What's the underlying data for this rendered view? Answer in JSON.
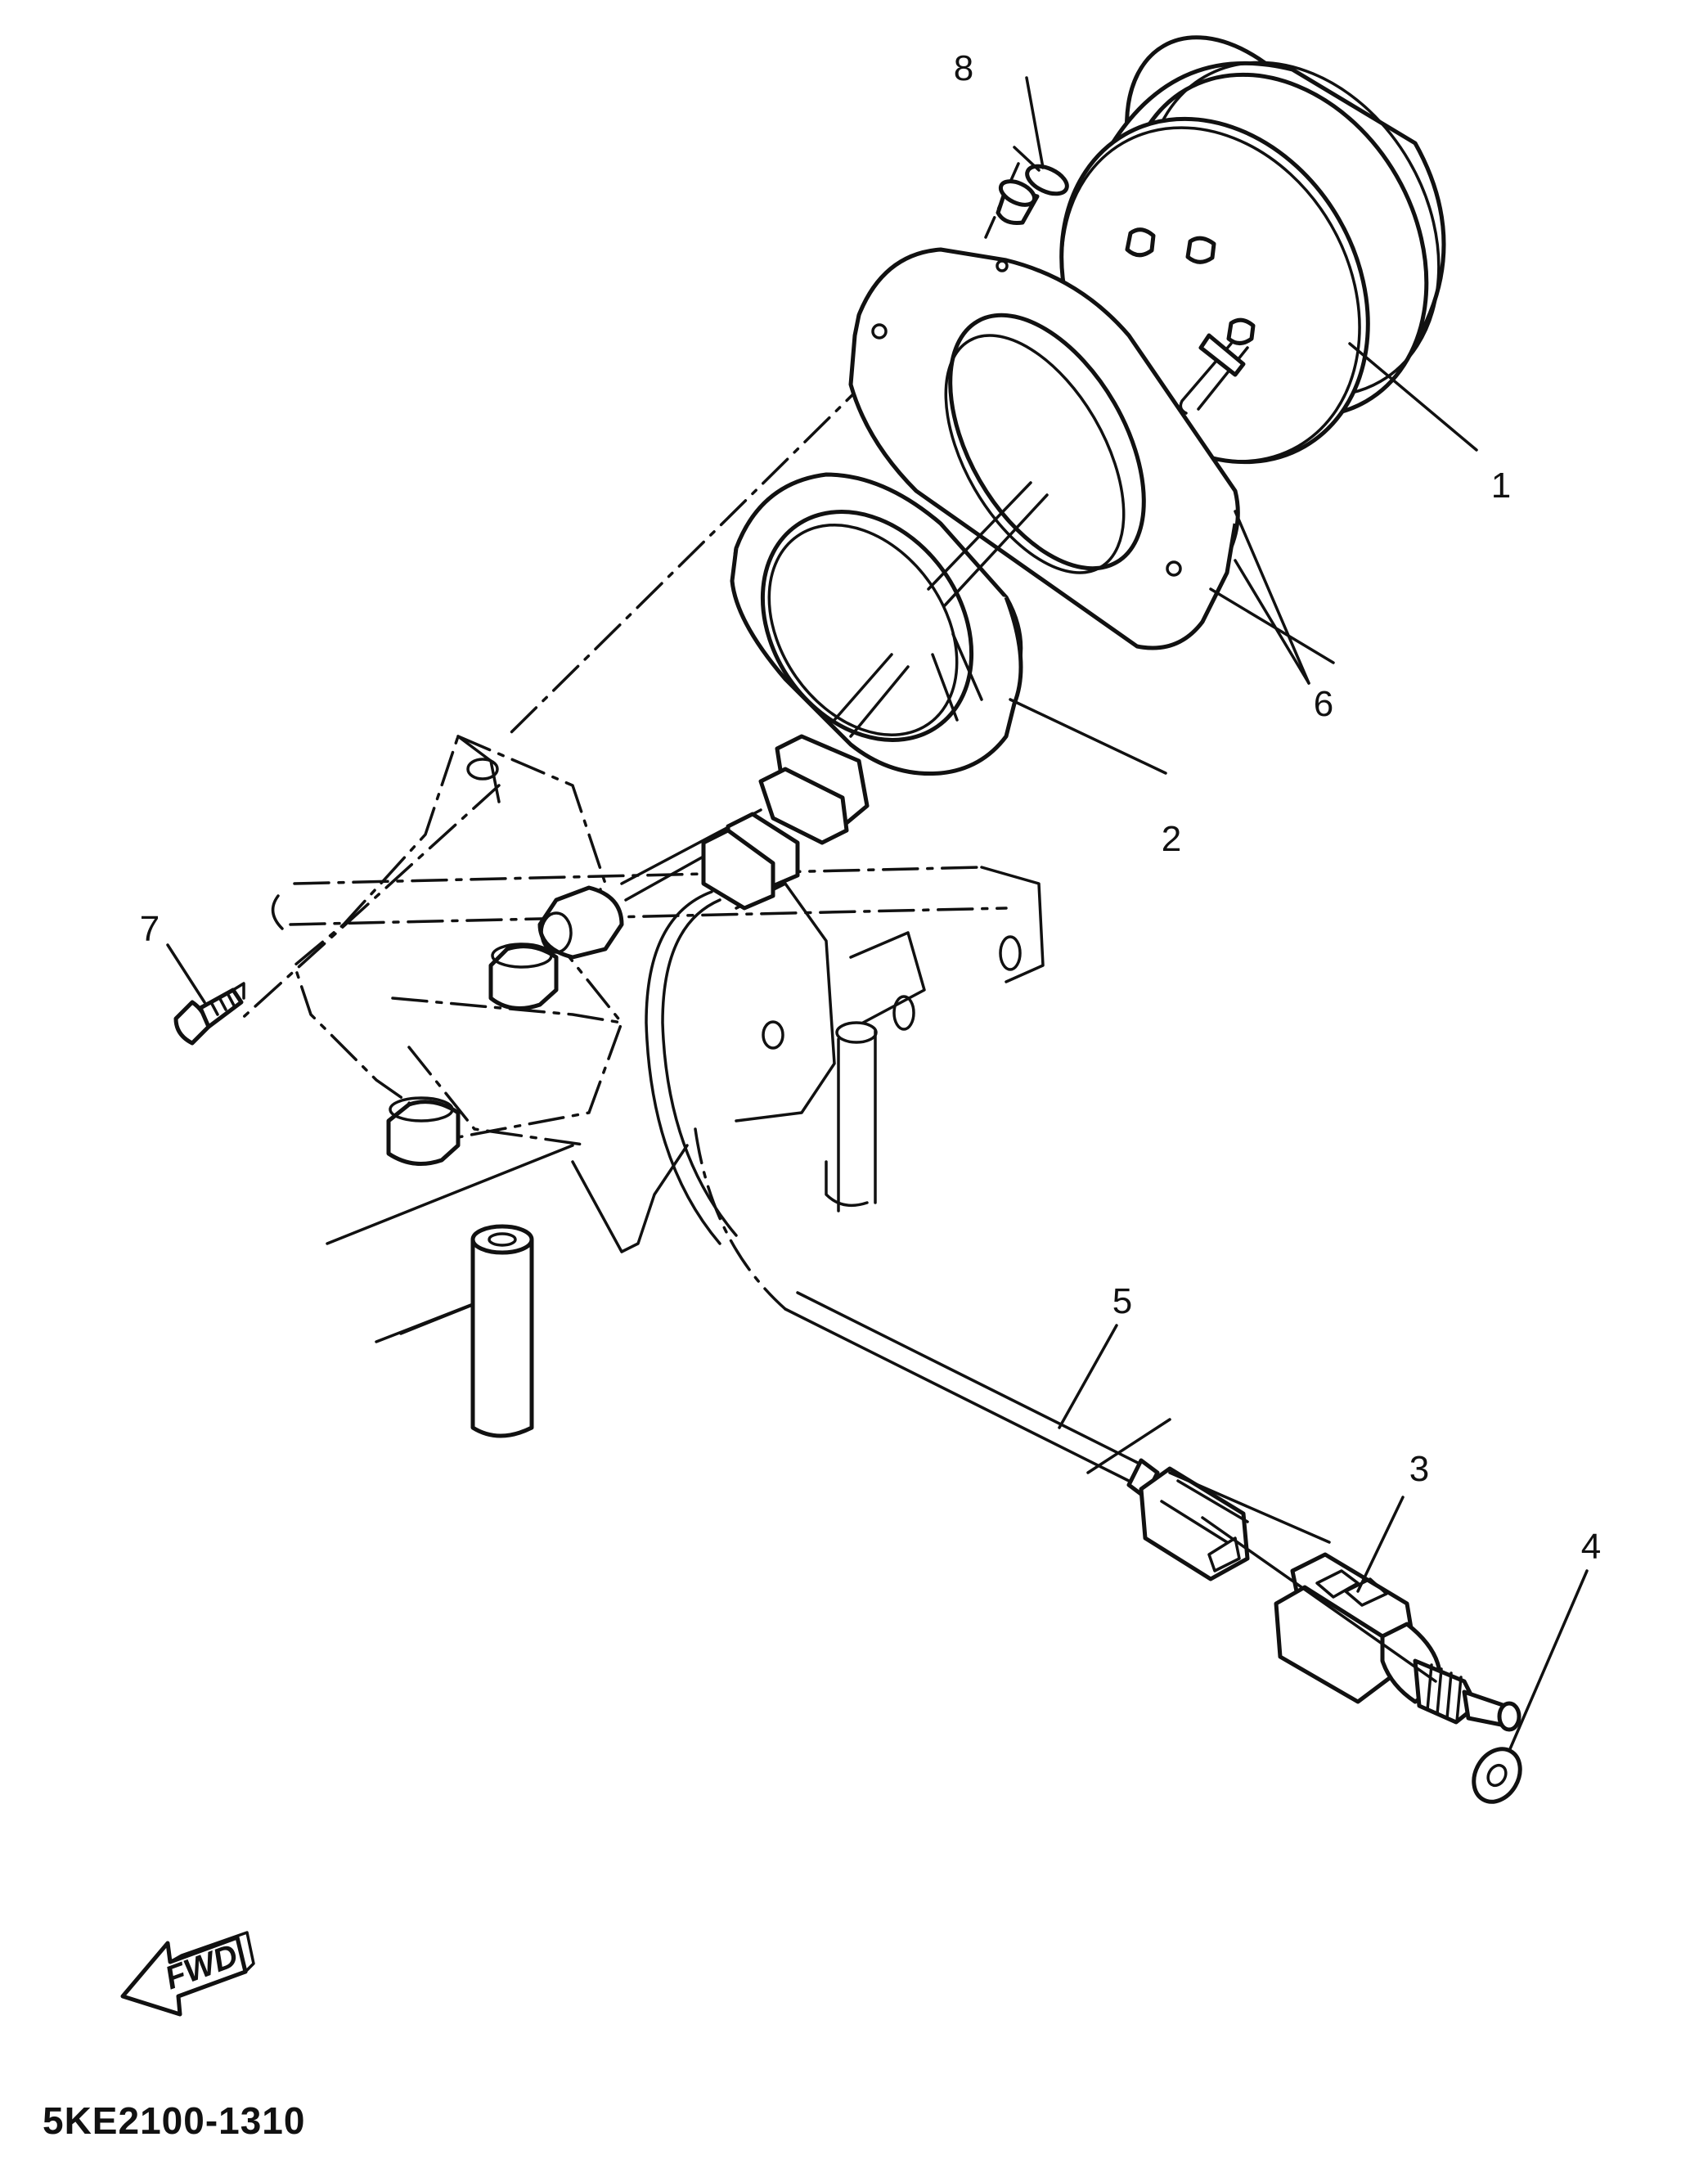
{
  "diagram": {
    "code": "5KE2100-1310",
    "fwd_label": "FWD",
    "callouts": [
      {
        "id": "1",
        "label": "1"
      },
      {
        "id": "2",
        "label": "2"
      },
      {
        "id": "3",
        "label": "3"
      },
      {
        "id": "4",
        "label": "4"
      },
      {
        "id": "5",
        "label": "5"
      },
      {
        "id": "6",
        "label": "6"
      },
      {
        "id": "7",
        "label": "7"
      },
      {
        "id": "8",
        "label": "8"
      }
    ]
  },
  "colors": {
    "line": "#111111",
    "background": "#ffffff"
  }
}
